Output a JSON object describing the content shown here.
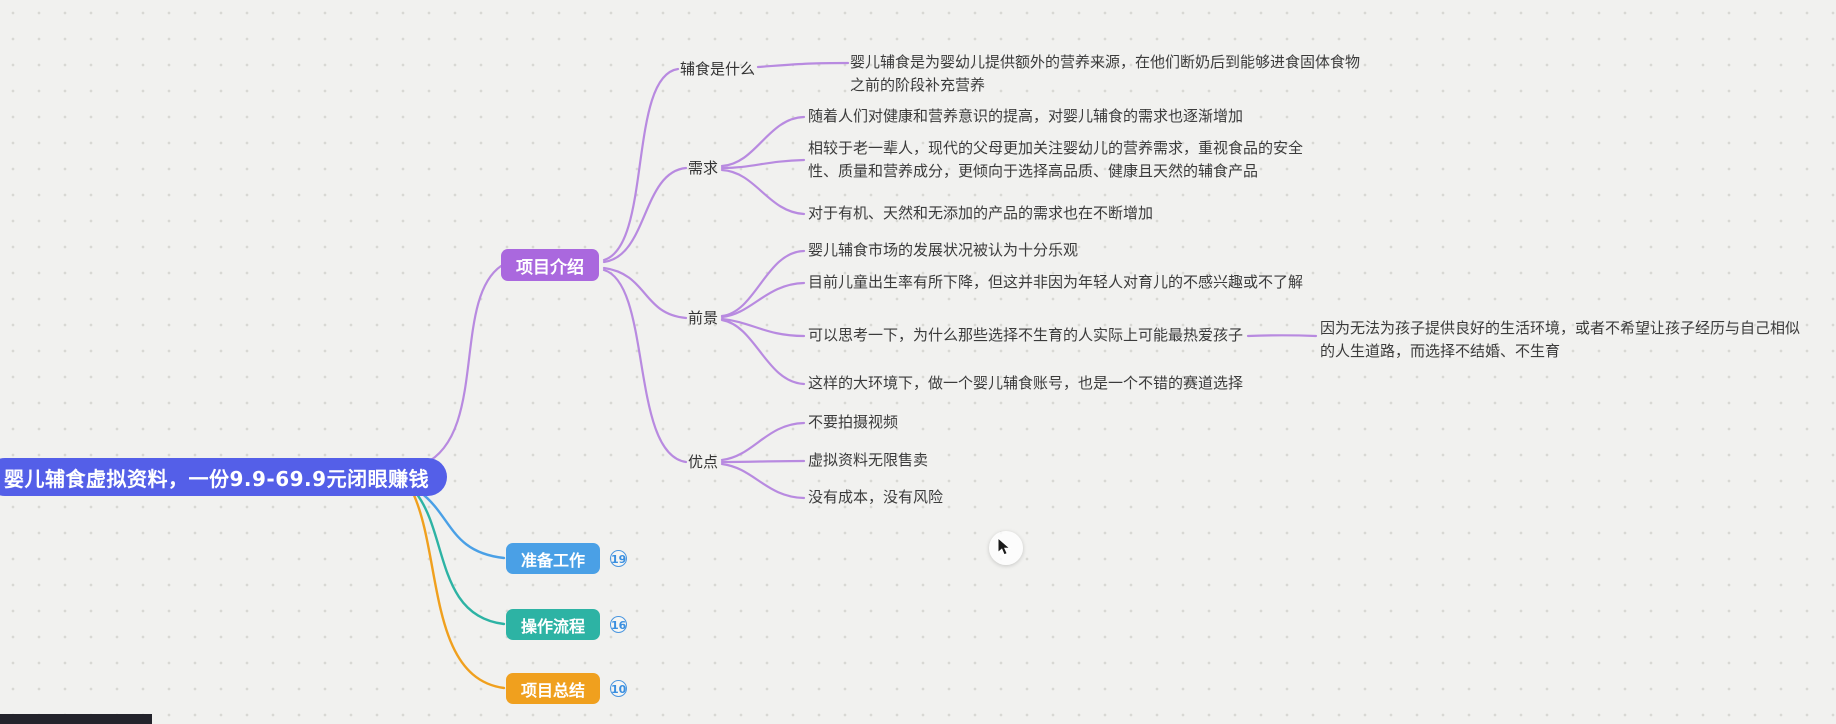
{
  "root": {
    "label": "婴儿辅食虚拟资料，一份9.9-69.9元闭眼赚钱"
  },
  "intro": {
    "label": "项目介绍",
    "children": [
      {
        "label": "辅食是什么",
        "notes": [
          "婴儿辅食是为婴幼儿提供额外的营养来源，在他们断奶后到能够进食固体食物之前的阶段补充营养"
        ]
      },
      {
        "label": "需求",
        "notes": [
          "随着人们对健康和营养意识的提高，对婴儿辅食的需求也逐渐增加",
          "相较于老一辈人，现代的父母更加关注婴幼儿的营养需求，重视食品的安全性、质量和营养成分，更倾向于选择高品质、健康且天然的辅食产品",
          "对于有机、天然和无添加的产品的需求也在不断增加"
        ]
      },
      {
        "label": "前景",
        "notes": [
          "婴儿辅食市场的发展状况被认为十分乐观",
          "目前儿童出生率有所下降，但这并非因为年轻人对育儿的不感兴趣或不了解",
          "可以思考一下，为什么那些选择不生育的人实际上可能最热爱孩子",
          "这样的大环境下，做一个婴儿辅食账号，也是一个不错的赛道选择"
        ],
        "subnote": "因为无法为孩子提供良好的生活环境，或者不希望让孩子经历与自己相似的人生道路，而选择不结婚、不生育"
      },
      {
        "label": "优点",
        "notes": [
          "不要拍摄视频",
          "虚拟资料无限售卖",
          "没有成本，没有风险"
        ]
      }
    ]
  },
  "collapsed": [
    {
      "label": "准备工作",
      "count": "19"
    },
    {
      "label": "操作流程",
      "count": "16"
    },
    {
      "label": "项目总结",
      "count": "10"
    }
  ],
  "colors": {
    "root": "#545fe8",
    "intro": "#aa68de",
    "branch_line": "#b88ae0",
    "prep": "#4aa0e6",
    "process": "#2db3a4",
    "summary": "#f0a01e"
  }
}
